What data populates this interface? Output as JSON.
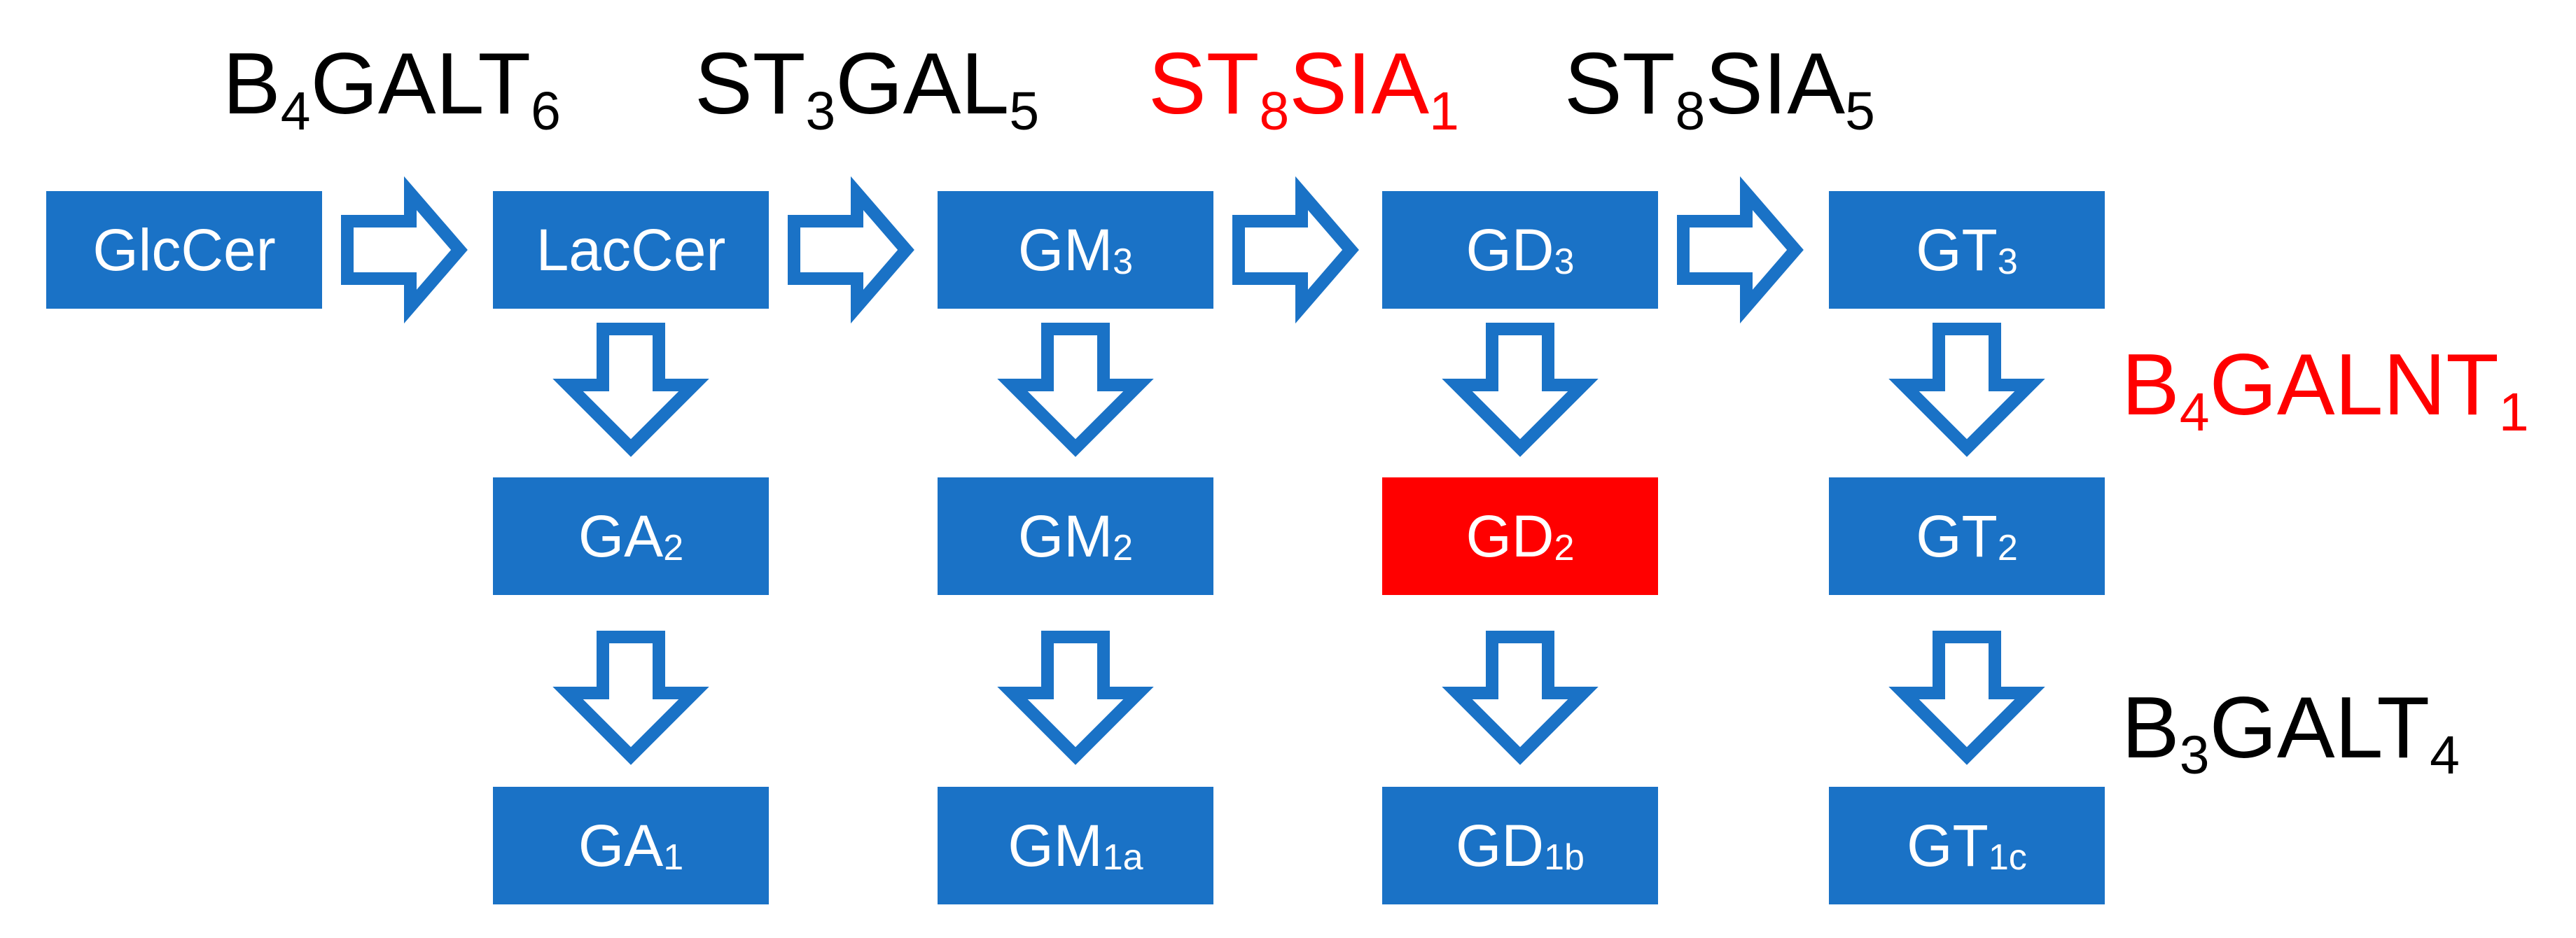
{
  "colors": {
    "box": "#1a72c6",
    "highlight": "#ff0000",
    "arrow_outline": "#1a72c6",
    "enzyme_text": "#000000",
    "enzyme_highlight": "#ff0000"
  },
  "enzymes": {
    "b4galt6": {
      "base": "B",
      "sub1": "4",
      "mid": "GALT",
      "sub2": "6"
    },
    "st3gal5": {
      "base": "ST",
      "sub1": "3",
      "mid": "GAL",
      "sub2": "5"
    },
    "st8sia1": {
      "base": "ST",
      "sub1": "8",
      "mid": "SIA",
      "sub2": "1"
    },
    "st8sia5": {
      "base": "ST",
      "sub1": "8",
      "mid": "SIA",
      "sub2": "5"
    },
    "b4galnt1": {
      "base": "B",
      "sub1": "4",
      "mid": "GALNT",
      "sub2": "1"
    },
    "b3galt4": {
      "base": "B",
      "sub1": "3",
      "mid": "GALT",
      "sub2": "4"
    }
  },
  "boxes": {
    "glccer": {
      "main": "GlcCer",
      "sub": ""
    },
    "laccer": {
      "main": "LacCer",
      "sub": ""
    },
    "gm3": {
      "main": "GM",
      "sub": "3"
    },
    "gd3": {
      "main": "GD",
      "sub": "3"
    },
    "gt3": {
      "main": "GT",
      "sub": "3"
    },
    "ga2": {
      "main": "GA",
      "sub": "2"
    },
    "gm2": {
      "main": "GM",
      "sub": "2"
    },
    "gd2": {
      "main": "GD",
      "sub": "2"
    },
    "gt2": {
      "main": "GT",
      "sub": "2"
    },
    "ga1": {
      "main": "GA",
      "sub": "1"
    },
    "gm1a": {
      "main": "GM",
      "sub": "1a"
    },
    "gd1b": {
      "main": "GD",
      "sub": "1b"
    },
    "gt1c": {
      "main": "GT",
      "sub": "1c"
    }
  }
}
